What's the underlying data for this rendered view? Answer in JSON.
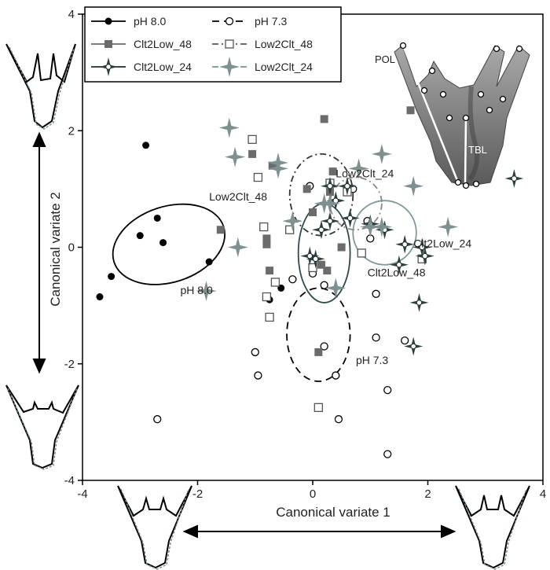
{
  "chart_data": {
    "type": "scatter",
    "title": "",
    "xlabel": "Canonical variate 1",
    "ylabel": "Canonical variate 2",
    "xlim": [
      -4,
      4
    ],
    "ylim": [
      -4,
      4
    ],
    "xticks": [
      "-4",
      "-2",
      "0",
      "2",
      "4"
    ],
    "yticks": [
      "4",
      "2",
      "0",
      "-2",
      "-4"
    ],
    "grid": false,
    "legend_position": "top-left",
    "series": [
      {
        "name": "pH 8.0",
        "marker": "filled-circle",
        "line": "solid",
        "color": "#000000",
        "points": [
          [
            -2.9,
            1.75
          ],
          [
            -2.7,
            0.5
          ],
          [
            -3.0,
            0.2
          ],
          [
            -2.6,
            0.08
          ],
          [
            -1.8,
            -0.25
          ],
          [
            -3.5,
            -0.5
          ],
          [
            -3.7,
            -0.85
          ],
          [
            -0.55,
            -0.7
          ],
          [
            -0.75,
            -0.9
          ]
        ]
      },
      {
        "name": "pH 7.3",
        "marker": "open-circle",
        "line": "dashed",
        "color": "#000000",
        "points": [
          [
            -0.05,
            1.05
          ],
          [
            0.7,
            1.0
          ],
          [
            0.95,
            0.45
          ],
          [
            1.0,
            0.15
          ],
          [
            -0.35,
            -0.55
          ],
          [
            0.0,
            -0.45
          ],
          [
            0.2,
            -0.65
          ],
          [
            1.1,
            -0.8
          ],
          [
            -1.0,
            -1.8
          ],
          [
            0.2,
            -1.7
          ],
          [
            1.1,
            -1.55
          ],
          [
            1.6,
            -1.6
          ],
          [
            -0.95,
            -2.2
          ],
          [
            0.4,
            -2.2
          ],
          [
            1.3,
            -2.45
          ],
          [
            -2.7,
            -2.95
          ],
          [
            0.45,
            -2.95
          ],
          [
            1.3,
            -3.55
          ]
        ]
      },
      {
        "name": "Clt2Low_48",
        "marker": "filled-square",
        "line": "solid",
        "color": "#6b6b6b",
        "points": [
          [
            1.7,
            2.35
          ],
          [
            0.2,
            2.2
          ],
          [
            -0.7,
            1.4
          ],
          [
            -1.05,
            1.6
          ],
          [
            0.35,
            1.3
          ],
          [
            -0.1,
            1.0
          ],
          [
            0.3,
            0.95
          ],
          [
            0.0,
            0.6
          ],
          [
            -1.6,
            0.3
          ],
          [
            -0.8,
            0.15
          ],
          [
            -0.8,
            0.05
          ],
          [
            0.5,
            0.0
          ],
          [
            -0.75,
            -0.4
          ],
          [
            0.15,
            -0.3
          ],
          [
            0.25,
            -0.4
          ],
          [
            0.1,
            -1.8
          ]
        ]
      },
      {
        "name": "Low2Clt_48",
        "marker": "open-square",
        "line": "dash-dot",
        "color": "#555555",
        "points": [
          [
            -1.05,
            1.85
          ],
          [
            -0.95,
            1.2
          ],
          [
            0.3,
            1.1
          ],
          [
            0.6,
            0.95
          ],
          [
            -0.4,
            0.3
          ],
          [
            -0.85,
            0.35
          ],
          [
            0.0,
            -0.35
          ],
          [
            0.85,
            -0.1
          ],
          [
            1.9,
            -0.2
          ],
          [
            -0.65,
            -0.6
          ],
          [
            -0.8,
            -0.85
          ],
          [
            -0.75,
            -1.2
          ],
          [
            0.1,
            -2.75
          ]
        ]
      },
      {
        "name": "Clt2Low_24",
        "marker": "dark-star",
        "line": "solid",
        "color": "#1e2c2c",
        "points": [
          [
            3.5,
            1.18
          ],
          [
            0.3,
            1.05
          ],
          [
            0.6,
            1.05
          ],
          [
            0.4,
            0.8
          ],
          [
            0.3,
            0.45
          ],
          [
            0.15,
            0.3
          ],
          [
            0.65,
            0.5
          ],
          [
            1.0,
            0.4
          ],
          [
            1.25,
            0.3
          ],
          [
            1.5,
            -0.3
          ],
          [
            1.6,
            0.05
          ],
          [
            1.9,
            0.0
          ],
          [
            1.95,
            -0.15
          ],
          [
            -0.05,
            -0.15
          ],
          [
            0.05,
            -0.2
          ],
          [
            1.85,
            -0.95
          ],
          [
            1.75,
            -1.7
          ]
        ]
      },
      {
        "name": "Low2Clt_24",
        "marker": "gray-star",
        "line": "dash-dot",
        "color": "#7e9090",
        "points": [
          [
            -1.45,
            2.05
          ],
          [
            -1.35,
            1.55
          ],
          [
            -0.6,
            1.45
          ],
          [
            -0.6,
            1.35
          ],
          [
            0.8,
            1.35
          ],
          [
            1.2,
            1.6
          ],
          [
            1.75,
            1.05
          ],
          [
            2.35,
            0.35
          ],
          [
            1.0,
            0.35
          ],
          [
            1.2,
            0.35
          ],
          [
            -0.35,
            0.45
          ],
          [
            -1.3,
            0.0
          ],
          [
            0.2,
            0.75
          ],
          [
            0.3,
            0.75
          ],
          [
            -1.85,
            -0.75
          ],
          [
            0.4,
            -0.7
          ]
        ]
      }
    ],
    "ellipses": [
      {
        "series": "pH 8.0",
        "cx": -2.5,
        "cy": 0.05,
        "rx": 1.0,
        "ry": 0.65,
        "angle": -18,
        "style": "solid",
        "color": "#000000"
      },
      {
        "series": "pH 7.3",
        "cx": 0.1,
        "cy": -1.5,
        "rx": 0.55,
        "ry": 0.8,
        "angle": 0,
        "style": "dashed",
        "color": "#000000"
      },
      {
        "series": "Low2Clt_48",
        "cx": 0.15,
        "cy": 0.9,
        "rx": 0.55,
        "ry": 0.7,
        "angle": 0,
        "style": "dash-dot",
        "color": "#333333"
      },
      {
        "series": "Clt2Low_48",
        "cx": 0.2,
        "cy": -0.1,
        "rx": 0.45,
        "ry": 0.85,
        "angle": 0,
        "style": "solid",
        "color": "#2e4a4a"
      },
      {
        "series": "Clt2Low_24",
        "cx": 1.25,
        "cy": 0.25,
        "rx": 0.55,
        "ry": 0.55,
        "angle": 0,
        "style": "solid",
        "color": "#7e9a9a"
      },
      {
        "series": "Low2Clt_24",
        "cx": 0.75,
        "cy": 0.75,
        "rx": 0.45,
        "ry": 0.45,
        "angle": 0,
        "style": "dash-dot",
        "color": "#888888"
      }
    ],
    "annotations": [
      {
        "text": "pH 8.0",
        "x": -2.3,
        "y": -0.8
      },
      {
        "text": "pH 7.3",
        "x": 0.75,
        "y": -2.0
      },
      {
        "text": "Low2Clt_48",
        "x": -1.8,
        "y": 0.8
      },
      {
        "text": "Low2Clt_24",
        "x": 0.4,
        "y": 1.2
      },
      {
        "text": "Clt2Low_48",
        "x": 0.95,
        "y": -0.5
      },
      {
        "text": "Clt2Low_24",
        "x": 1.75,
        "y": 0.0
      }
    ],
    "inset_labels": [
      "POL",
      "TBL"
    ]
  }
}
